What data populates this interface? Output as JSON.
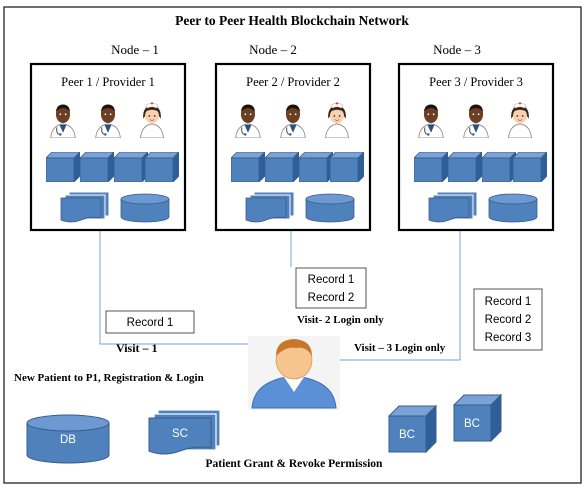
{
  "title": "Peer to Peer Health Blockchain Network",
  "nodes": [
    {
      "label": "Node – 1",
      "peer": "Peer 1 / Provider 1"
    },
    {
      "label": "Node – 2",
      "peer": "Peer 2 / Provider 2"
    },
    {
      "label": "Node – 3",
      "peer": "Peer 3 / Provider 3"
    }
  ],
  "records": {
    "box1": [
      "Record 1"
    ],
    "box2": [
      "Record 1",
      "Record 2"
    ],
    "box3": [
      "Record 1",
      "Record 2",
      "Record 3"
    ]
  },
  "visits": {
    "v1": "Visit – 1",
    "v2": "Visit- 2 Login only",
    "v3": "Visit – 3 Login only"
  },
  "new_patient": "New Patient to P1, Registration & Login",
  "bottom": {
    "db": "DB",
    "sc": "SC",
    "bc1": "BC",
    "bc2": "BC"
  },
  "caption": "Patient Grant & Revoke Permission",
  "colors": {
    "box_fill": "#4f81bd",
    "box_stroke": "#385d8a",
    "line": "#8eb4e3",
    "doctor_skin": "#6b3f22",
    "patient_skin": "#f6c48f",
    "patient_hair": "#c8762a",
    "patient_shirt": "#5b8fd6"
  }
}
